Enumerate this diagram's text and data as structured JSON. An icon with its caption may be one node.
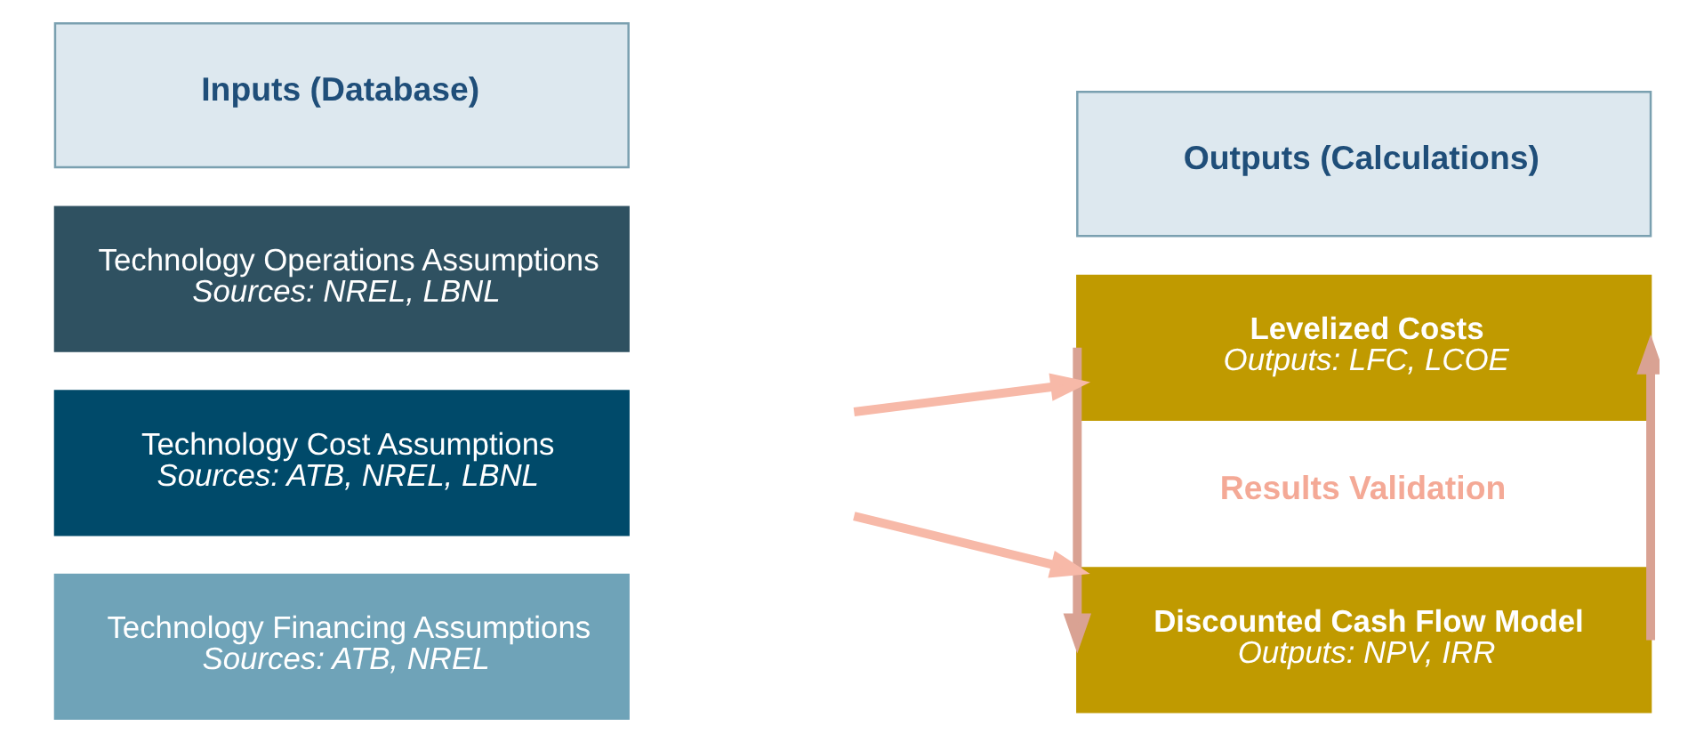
{
  "diagram": {
    "nodes": [
      {
        "text": [
          "Inputs (Database)"
        ]
      },
      {
        "text": [
          "Outputs (Calculations)"
        ]
      },
      {
        "text": [
          "Technology Operations Assumptions",
          "Sources: NREL, LBNL"
        ]
      },
      {
        "text": [
          "Technology Cost Assumptions",
          "Sources: ATB, NREL, LBNL"
        ]
      },
      {
        "text": [
          "Technology Financing Assumptions",
          "Sources: ATB, NREL"
        ]
      },
      {
        "text": [
          "Levelized Costs",
          "Outputs: LFC, LCOE"
        ]
      },
      {
        "text": [
          "Discounted Cash Flow Model",
          "Outputs: NPV, IRR"
        ]
      }
    ],
    "edges": [
      {
        "from": null,
        "to": 5,
        "arrow": "to"
      },
      {
        "from": null,
        "to": 6,
        "arrow": "to"
      },
      {
        "from": 5,
        "to": 6,
        "arrow": "to",
        "color": "#d9a293"
      },
      {
        "from": 6,
        "to": 5,
        "arrow": "to",
        "color": "#d9a293"
      }
    ],
    "labels": [
      "Results Validation"
    ]
  }
}
